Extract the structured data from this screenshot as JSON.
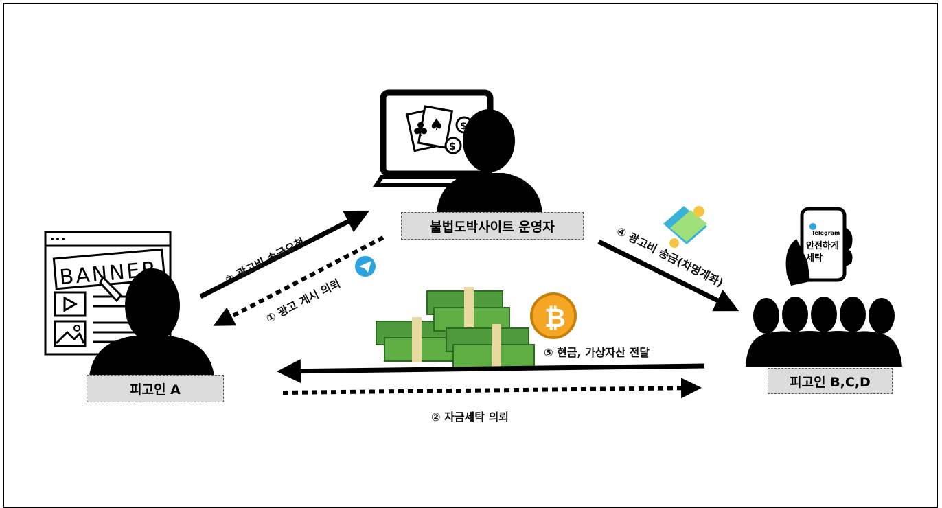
{
  "nodes": {
    "operator": {
      "label": "불법도박사이트 운영자"
    },
    "defendant_a": {
      "label": "피고인 A"
    },
    "defendants_bcd": {
      "label": "피고인 B,C,D"
    }
  },
  "edges": {
    "step1": {
      "label": "① 광고 게시 의뢰"
    },
    "step2": {
      "label": "② 자금세탁 의뢰"
    },
    "step3": {
      "label": "③ 광고비 송금요청"
    },
    "step4": {
      "label": "④ 광고비 송금(차명계좌)"
    },
    "step5": {
      "label": "⑤ 현금, 가상자산 전달"
    }
  },
  "illustrations": {
    "banner_text": "BANNER",
    "phone_app": "Telegram",
    "phone_text_1": "안전하게",
    "phone_text_2": "세탁"
  },
  "colors": {
    "silhouette": "#000000",
    "label_box": "#dcdcdc",
    "telegram": "#2aa3df",
    "money": "#4f9a3a",
    "bitcoin": "#f5a623"
  }
}
